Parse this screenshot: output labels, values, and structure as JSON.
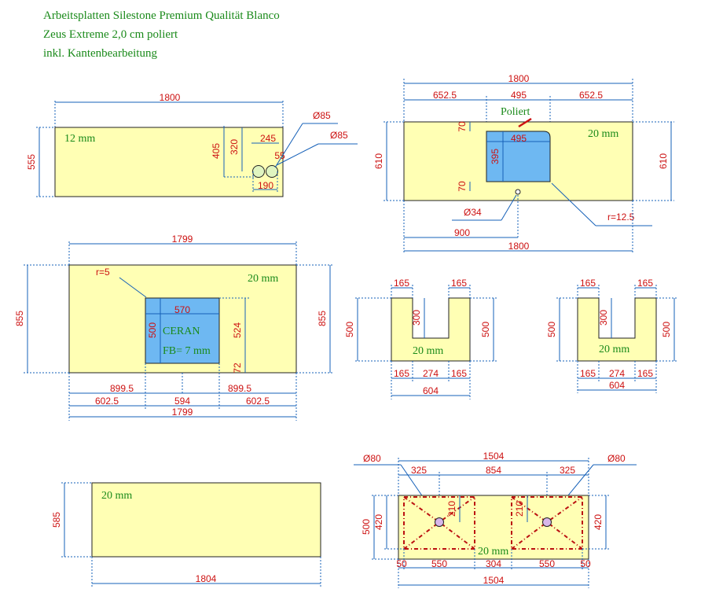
{
  "header": {
    "line1": "Arbeitsplatten Silestone Premium Qualität Blanco",
    "line2": "Zeus Extreme 2,0 cm poliert",
    "line3": "inkl. Kantenbearbeitung"
  },
  "colors": {
    "plate": "#ffffb4",
    "cutout": "#6eb8f2",
    "dimension": "#cc1111",
    "dimline": "#1560b8",
    "label": "#1a8a1a"
  },
  "p1": {
    "w": "1800",
    "h": "555",
    "thick": "12 mm",
    "d405": "405",
    "d320": "320",
    "d245": "245",
    "d55": "55",
    "d190": "190",
    "dia1": "Ø85",
    "dia2": "Ø85"
  },
  "p2": {
    "w_top": "1800",
    "a": "652.5",
    "b": "495",
    "c": "652.5",
    "poliert": "Poliert",
    "thick": "20 mm",
    "cut_w": "495",
    "cut_h": "395",
    "d70a": "70",
    "d70b": "70",
    "h_left": "610",
    "h_right": "610",
    "hole": "Ø34",
    "radius": "r=12.5",
    "d900": "900",
    "w_bot": "1800"
  },
  "p3": {
    "w_top": "1799",
    "r": "r=5",
    "thick": "20 mm",
    "cut_w": "570",
    "cut_h": "500",
    "d524": "524",
    "d72": "72",
    "ceran": "CERAN",
    "fb": "FB= 7 mm",
    "h_left": "855",
    "h_right": "855",
    "d899a": "899.5",
    "d899b": "899.5",
    "d602a": "602.5",
    "d594": "594",
    "d602b": "602.5",
    "w_bot": "1799"
  },
  "p4": {
    "top_l": "165",
    "top_r": "165",
    "notch": "300",
    "h_l": "500",
    "h_r": "500",
    "thick": "20 mm",
    "b1": "165",
    "b2": "274",
    "b3": "165",
    "total": "604"
  },
  "p5": {
    "top_l": "165",
    "top_r": "165",
    "notch": "300",
    "h_l": "500",
    "h_r": "500",
    "thick": "20 mm",
    "b1": "165",
    "b2": "274",
    "b3": "165",
    "total": "604"
  },
  "p6": {
    "h": "585",
    "thick": "20 mm",
    "w": "1804"
  },
  "p7": {
    "w_top": "1504",
    "dia_l": "Ø80",
    "dia_r": "Ø80",
    "t325a": "325",
    "t854": "854",
    "t325b": "325",
    "h500": "500",
    "h420l": "420",
    "h420r": "420",
    "d210a": "210",
    "d210b": "210",
    "thick": "20 mm",
    "b50a": "50",
    "b550a": "550",
    "b304": "304",
    "b550b": "550",
    "b50b": "50",
    "w_bot": "1504"
  }
}
